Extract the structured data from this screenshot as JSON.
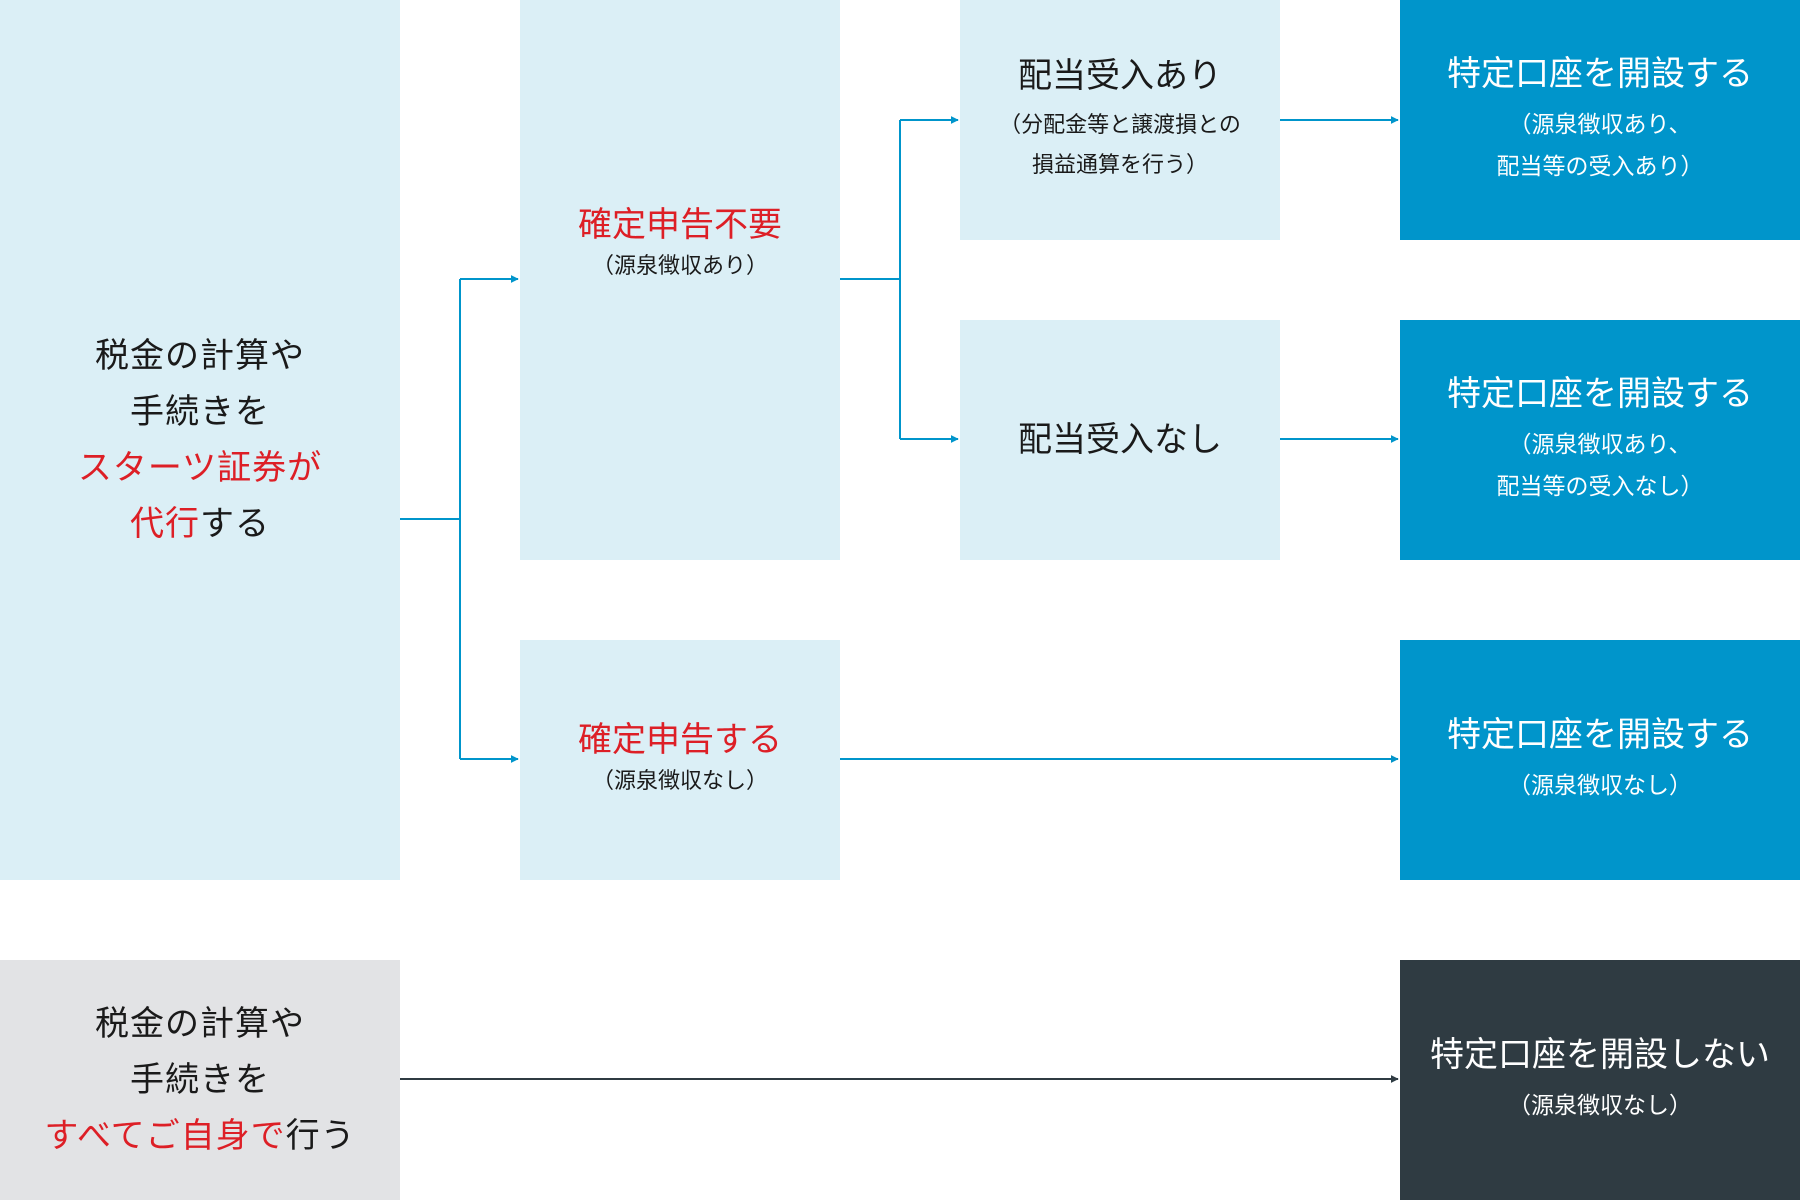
{
  "left_top": {
    "line1": "税金の計算や",
    "line2": "手続きを",
    "line3_red": "スターツ証券が",
    "line4_red": "代行",
    "line4_rest": "する"
  },
  "left_bottom": {
    "line1": "税金の計算や",
    "line2": "手続きを",
    "line3_red": "すべてご自身で",
    "line3_rest": "行う"
  },
  "mid_top": {
    "title": "確定申告不要",
    "sub": "（源泉徴収あり）"
  },
  "mid_bottom": {
    "title": "確定申告する",
    "sub": "（源泉徴収なし）"
  },
  "div_yes": {
    "title": "配当受入あり",
    "sub1": "（分配金等と譲渡損との",
    "sub2": "損益通算を行う）"
  },
  "div_no": {
    "title": "配当受入なし"
  },
  "result1": {
    "title": "特定口座を開設する",
    "sub1": "（源泉徴収あり、",
    "sub2": "配当等の受入あり）"
  },
  "result2": {
    "title": "特定口座を開設する",
    "sub1": "（源泉徴収あり、",
    "sub2": "配当等の受入なし）"
  },
  "result3": {
    "title": "特定口座を開設する",
    "sub1": "（源泉徴収なし）"
  },
  "result4": {
    "title": "特定口座を開設しない",
    "sub1": "（源泉徴収なし）"
  },
  "colors": {
    "light_box": "#dbeff6",
    "grey_box": "#e2e3e5",
    "result_blue": "#0095cb",
    "result_dark": "#2f3b42",
    "accent_red": "#dd1f26",
    "connector_blue": "#0095cb",
    "connector_dark": "#2f3b42"
  }
}
